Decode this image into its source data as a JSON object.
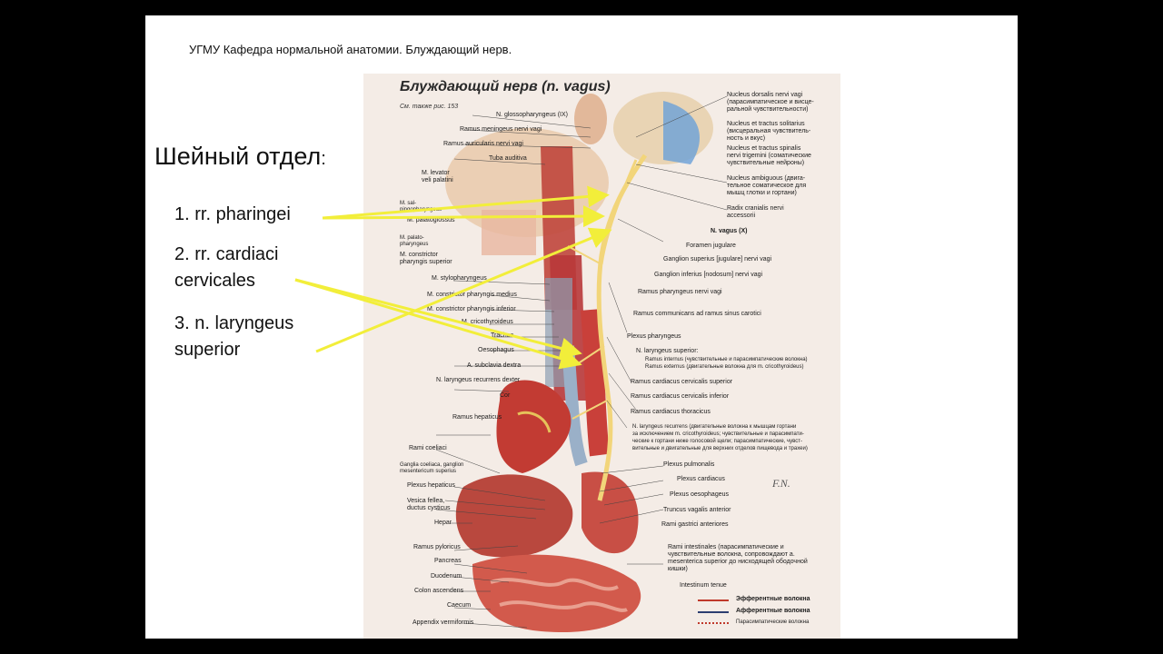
{
  "slide": {
    "header": "УГМУ Кафедра нормальной анатомии. Блуждающий нерв.",
    "section_title": "Шейный отдел",
    "section_colon": ":",
    "items": [
      {
        "line1": "1. rr. pharingei",
        "line2": ""
      },
      {
        "line1": "2. rr. cardiaci",
        "line2": "cervicales"
      },
      {
        "line1": "3. n. laryngeus",
        "line2": "superior"
      }
    ]
  },
  "plate": {
    "title": "Блуждающий нерв (n. vagus)",
    "subtitle": "См. также рис. 153",
    "right_labels": [
      "Nucleus dorsalis nervi vagi",
      "(парасимпатическое и висце-",
      "ральной чувствительности)",
      "Nucleus et tractus solitarius",
      "(висцеральная чувствитель-",
      "ность и вкус)",
      "Nucleus et tractus spinalis",
      "nervi trigemini (соматические",
      "чувствительные нейроны)",
      "Nucleus ambiguous (двига-",
      "тельное соматическое для",
      "мышц глотки и гортани)",
      "Radix cranialis nervi",
      "accessorii",
      "N. vagus (X)",
      "Foramen jugulare",
      "Ganglion superius [jugulare] nervi vagi",
      "Ganglion inferius [nodosum] nervi vagi",
      "Ramus pharyngeus nervi vagi",
      "Ramus communicans ad ramus sinus carotici",
      "Plexus pharyngeus",
      "N. laryngeus superior:",
      "Ramus internus (чувствительные и парасимпатические волокна)",
      "Ramus externus (двигательные волокна для m. cricothyroideus)",
      "Ramus cardiacus cervicalis superior",
      "Ramus cardiacus cervicalis inferior",
      "Ramus cardiacus thoracicus",
      "N. laryngeus recurrens (двигательные волокна к мышцам гортани",
      "за исключением m. cricothyroideus; чувствительные и парасимпати-",
      "ческие к гортани ниже голосовой щели; парасимпатические, чувст-",
      "вительные и двигательные для верхних отделов пищевода и трахеи)",
      "Plexus pulmonalis",
      "Plexus cardiacus",
      "Plexus oesophageus",
      "Truncus vagalis anterior",
      "Rami gastrici anteriores",
      "Rami intestinales (парасимпатические и",
      "чувствительные волокна, сопровождают а.",
      "mesenterica superior до нисходящей ободочной",
      "кишки)",
      "Intestinum tenue"
    ],
    "left_labels": [
      "N. glossopharyngeus (IX)",
      "Ramus meningeus nervi vagi",
      "Ramus auricularis nervi vagi",
      "Tuba auditiva",
      "M. levator",
      "veli palatini",
      "M. sal-",
      "pingopharyngeus",
      "M. palatoglossus",
      "M. palato-",
      "pharyngeus",
      "M. constrictor",
      "pharyngis superior",
      "M. stylopharyngeus",
      "M. constrictor pharyngis medius",
      "M. constrictor pharyngis inferior",
      "M. cricothyroideus",
      "Trachea",
      "Oesophagus",
      "A. subclavia dextra",
      "N. laryngeus recurrens dexter",
      "Cor",
      "Ramus hepaticus",
      "Rami coeliaci",
      "Ganglia coeliaca, ganglion",
      "mesentericum superius",
      "Plexus hepaticus",
      "Vesica fellea,",
      "ductus cysticus",
      "Hepar",
      "Ramus pyloricus",
      "Pancreas",
      "Duodenum",
      "Colon ascendens",
      "Caecum",
      "Appendix vermiformis"
    ],
    "legend": [
      {
        "label": "Эфферентные волокна",
        "color": "#c0392b"
      },
      {
        "label": "Афферентные волокна",
        "color": "#2c3e70"
      },
      {
        "label": "Парасимпатические волокна",
        "color": "#c0392b"
      }
    ],
    "colors": {
      "arrow": "#f2ee3a",
      "nerve": "#f2d57a",
      "muscle": "#c0463c",
      "organ": "#d9604f"
    }
  }
}
